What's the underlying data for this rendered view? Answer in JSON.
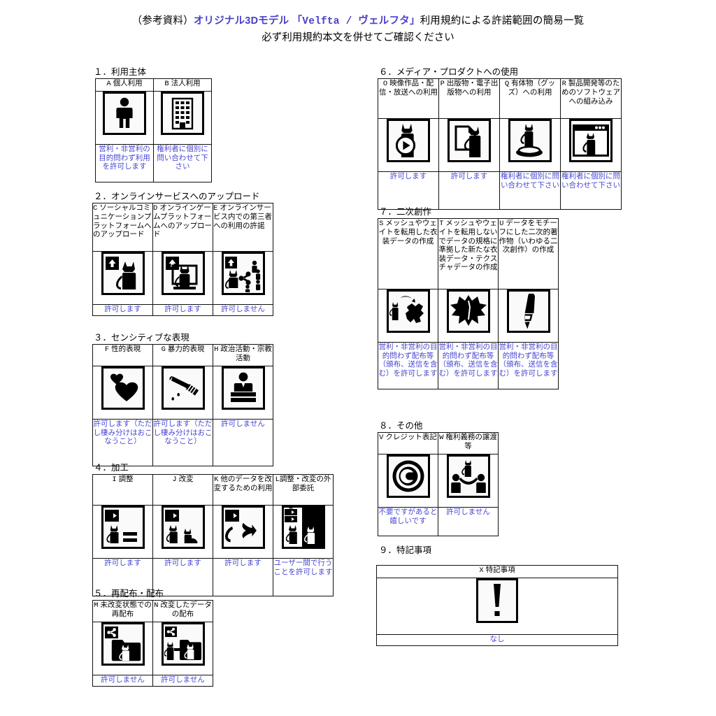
{
  "title": {
    "line1_pre": "（参考資料）",
    "line1_accent": "オリジナル3Dモデル",
    "line1_quote": "「Velfta / ヴェルフタ」",
    "line1_post": "利用規約による許諾範囲の簡易一覧",
    "line2": "必ず利用規約本文を併せてご確認ください"
  },
  "colors": {
    "accent": "#4a3ec8",
    "note": "#4646d2",
    "border": "#111111",
    "background": "#ffffff"
  },
  "sections": [
    {
      "id": "1",
      "heading": "１．利用主体",
      "items": [
        {
          "letter": "A",
          "label": "個人利用",
          "icon": "person-icon",
          "note": "営利・非営利の目的問わず利用を許可します"
        },
        {
          "letter": "B",
          "label": "法人利用",
          "icon": "building-icon",
          "note": "権利者に個別に問い合わせて下さい"
        }
      ]
    },
    {
      "id": "2",
      "heading": "２．オンラインサービスへのアップロード",
      "items": [
        {
          "letter": "C",
          "label": "ソーシャルコミュニケーションプラットフォームへのアップロード",
          "icon": "upload-cat-icon",
          "note": "許可します"
        },
        {
          "letter": "D",
          "label": "オンラインゲームプラットフォームへのアップロード",
          "icon": "upload-cat-monitor-icon",
          "note": "許可します"
        },
        {
          "letter": "E",
          "label": "オンラインサービス内での第三者への利用の許諾",
          "icon": "upload-cat-share-icon",
          "note": "許可しません"
        }
      ]
    },
    {
      "id": "3",
      "heading": "３．センシティブな表現",
      "items": [
        {
          "letter": "F",
          "label": "性的表現",
          "icon": "hearts-icon",
          "note": "許可します（ただし棲み分けはおこなうこと）"
        },
        {
          "letter": "G",
          "label": "暴力的表現",
          "icon": "knife-icon",
          "note": "許可します（ただし棲み分けはおこなうこと）"
        },
        {
          "letter": "H",
          "label": "政治活動・宗教活動",
          "icon": "podium-speaker-icon",
          "note": "許可しません"
        }
      ]
    },
    {
      "id": "4",
      "heading": "４．加工",
      "items": [
        {
          "letter": "I",
          "label": "調整",
          "icon": "cat-equals-icon",
          "note": "許可します"
        },
        {
          "letter": "J",
          "label": "改変",
          "icon": "cat-to-cat-icon",
          "note": "許可します"
        },
        {
          "letter": "K",
          "label": "他のデータを改変するための利用",
          "icon": "cat-to-other-icon",
          "note": "許可します"
        },
        {
          "letter": "L",
          "label": "調整・改変の外部委託",
          "icon": "cat-outsource-icon",
          "note": "ユーザー間で行うことを許可します"
        }
      ]
    },
    {
      "id": "5",
      "heading": "５．再配布・配布",
      "items": [
        {
          "letter": "M",
          "label": "未改変状態での再配布",
          "icon": "share-folder-cat-icon",
          "note": "許可しません"
        },
        {
          "letter": "N",
          "label": "改変したデータの配布",
          "icon": "share-folder-modified-cat-icon",
          "note": "許可しません"
        }
      ]
    },
    {
      "id": "6",
      "heading": "６．メディア・プロダクトへの使用",
      "items": [
        {
          "letter": "O",
          "label": "映像作品・配信・放送への利用",
          "icon": "cat-play-icon",
          "note": "許可します"
        },
        {
          "letter": "P",
          "label": "出版物・電子出版物への利用",
          "icon": "cat-document-icon",
          "note": "許可します"
        },
        {
          "letter": "Q",
          "label": "有体物（グッズ）への利用",
          "icon": "cat-figurine-icon",
          "note": "権利者に個別に問い合わせて下さい"
        },
        {
          "letter": "R",
          "label": "製品開発等のためのソフトウェアへの組み込み",
          "icon": "cat-software-window-icon",
          "note": "権利者に個別に問い合わせて下さい"
        }
      ]
    },
    {
      "id": "7",
      "heading": "７．二次創作",
      "items": [
        {
          "letter": "S",
          "label": "メッシュやウェイトを転用した衣装データの作成",
          "icon": "cat-to-clothing-icon",
          "note": "営利・非営利の目的問わず配布等（頒布、送信を含む）を許可します"
        },
        {
          "letter": "T",
          "label": "メッシュやウェイトを転用しないでデータの規格に準拠した新たな衣装データ・テクスチャデータの作成",
          "icon": "clothing-icon",
          "note": "営利・非営利の目的問わず配布等（頒布、送信を含む）を許可します"
        },
        {
          "letter": "U",
          "label": "データをモチーフにした二次的著作物（いわゆる二次創作）の作成",
          "icon": "paintbrush-icon",
          "note": "営利・非営利の目的問わず配布等（頒布、送信を含む）を許可します"
        }
      ]
    },
    {
      "id": "8",
      "heading": "８．その他",
      "items": [
        {
          "letter": "V",
          "label": "クレジット表記",
          "icon": "copyright-icon",
          "note": "不要ですがあると嬉しいです"
        },
        {
          "letter": "W",
          "label": "権利義務の譲渡等",
          "icon": "cat-transfer-people-icon",
          "note": "許可しません"
        }
      ]
    },
    {
      "id": "9",
      "heading": "９．特記事項",
      "items": [
        {
          "letter": "X",
          "label": "特記事項",
          "icon": "exclamation-icon",
          "note": "なし"
        }
      ]
    }
  ]
}
